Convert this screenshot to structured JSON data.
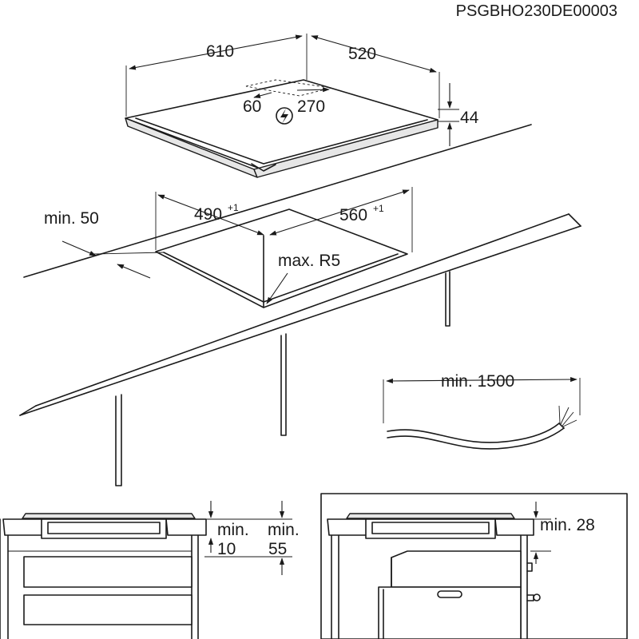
{
  "document_code": "PSGBHO230DE00003",
  "hob": {
    "width": "610",
    "depth": "520",
    "height": "44",
    "connection_offset_left": "60",
    "connection_offset_right": "270"
  },
  "cutout": {
    "width": "490",
    "width_tolerance": "+1",
    "depth": "560",
    "depth_tolerance": "+1",
    "radius": "max. R5",
    "edge_distance": "min. 50"
  },
  "cable": {
    "length": "min. 1500"
  },
  "section_drawer": {
    "gap_label": "min.",
    "gap_value": "10",
    "clearance_label": "min.",
    "clearance_value": "55"
  },
  "section_oven": {
    "clearance": "min. 28"
  },
  "icons": [
    "electrical-connection-icon",
    "dimension-arrow-icon"
  ]
}
